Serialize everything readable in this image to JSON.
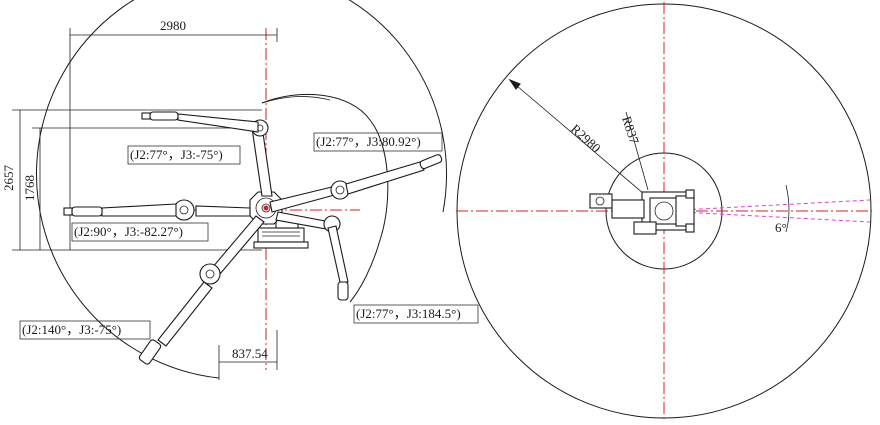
{
  "side_view": {
    "dimensions": {
      "reach_horizontal": "2980",
      "height_total": "2657",
      "height_shoulder": "1768",
      "offset_bottom": "837.54"
    },
    "poses": [
      {
        "label": "(J2:77°，J3:-75°)"
      },
      {
        "label": "(J2:77°，J3:80.92°)"
      },
      {
        "label": "(J2:90°，J3:-82.27°)"
      },
      {
        "label": "(J2:77°，J3:184.5°)"
      },
      {
        "label": "(J2:140°，J3:-75°)"
      }
    ]
  },
  "top_view": {
    "radius_outer": "R2980",
    "radius_inner": "R837",
    "angle": "6°"
  },
  "colors": {
    "centerline": "#d42020",
    "angle_lines": "#e040e0",
    "lines": "#1a1a1a"
  }
}
